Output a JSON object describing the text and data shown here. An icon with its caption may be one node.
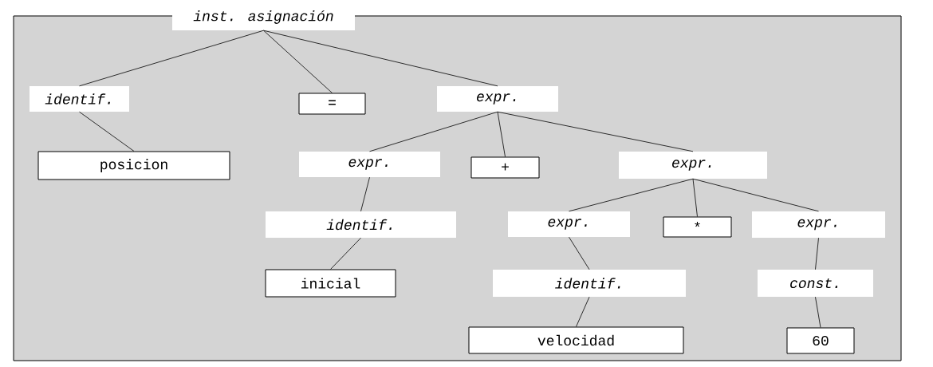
{
  "diagram": {
    "nodes": [
      {
        "text": [
          "inst. asignación"
        ]
      },
      {
        "text": [
          "identif."
        ]
      },
      {
        "text": [
          "="
        ]
      },
      {
        "text": [
          "expr."
        ]
      },
      {
        "text": [
          "posicion"
        ]
      },
      {
        "text": [
          "expr."
        ]
      },
      {
        "text": [
          "+"
        ]
      },
      {
        "text": [
          "expr."
        ]
      },
      {
        "text": [
          "identif."
        ]
      },
      {
        "text": [
          "expr."
        ]
      },
      {
        "text": [
          "*"
        ]
      },
      {
        "text": [
          "expr."
        ]
      },
      {
        "text": [
          "inicial"
        ]
      },
      {
        "text": [
          "identif."
        ]
      },
      {
        "text": [
          "const."
        ]
      },
      {
        "text": [
          "velocidad"
        ]
      },
      {
        "text": [
          "60"
        ]
      }
    ],
    "edges": [
      {
        "from": 0,
        "to": 1,
        "arrow": "none"
      },
      {
        "from": 0,
        "to": 2,
        "arrow": "none"
      },
      {
        "from": 0,
        "to": 3,
        "arrow": "none"
      },
      {
        "from": 1,
        "to": 4,
        "arrow": "none"
      },
      {
        "from": 3,
        "to": 5,
        "arrow": "none"
      },
      {
        "from": 3,
        "to": 6,
        "arrow": "none"
      },
      {
        "from": 3,
        "to": 7,
        "arrow": "none"
      },
      {
        "from": 5,
        "to": 8,
        "arrow": "none"
      },
      {
        "from": 8,
        "to": 12,
        "arrow": "none"
      },
      {
        "from": 7,
        "to": 9,
        "arrow": "none"
      },
      {
        "from": 7,
        "to": 10,
        "arrow": "none"
      },
      {
        "from": 7,
        "to": 11,
        "arrow": "none"
      },
      {
        "from": 9,
        "to": 13,
        "arrow": "none"
      },
      {
        "from": 13,
        "to": 15,
        "arrow": "none"
      },
      {
        "from": 11,
        "to": 14,
        "arrow": "none"
      },
      {
        "from": 14,
        "to": 16,
        "arrow": "none"
      }
    ]
  }
}
